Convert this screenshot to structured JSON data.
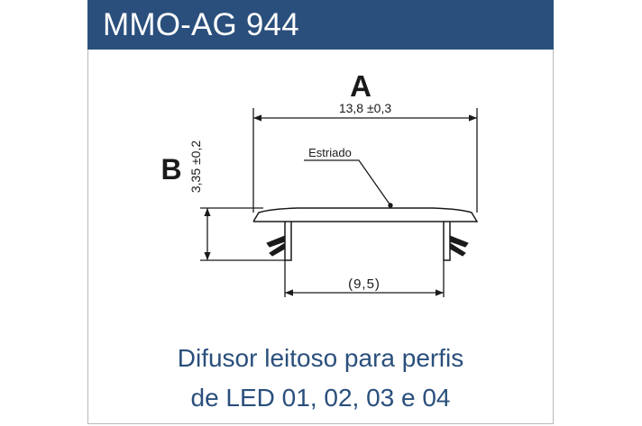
{
  "header": {
    "title": "MMO-AG 944"
  },
  "drawing": {
    "label_a": "A",
    "label_b": "B",
    "dim_width": "13,8 ±0,3",
    "dim_height": "3,35 ±0,2",
    "dim_inner": "(9,5)",
    "callout": "Estriado"
  },
  "caption": {
    "line1": "Difusor leitoso para perfis",
    "line2": "de LED 01, 02, 03 e 04"
  },
  "colors": {
    "header_bg": "#2a4f7c",
    "caption_text": "#2a4f7c",
    "drawing_line": "#1a1a1a"
  }
}
